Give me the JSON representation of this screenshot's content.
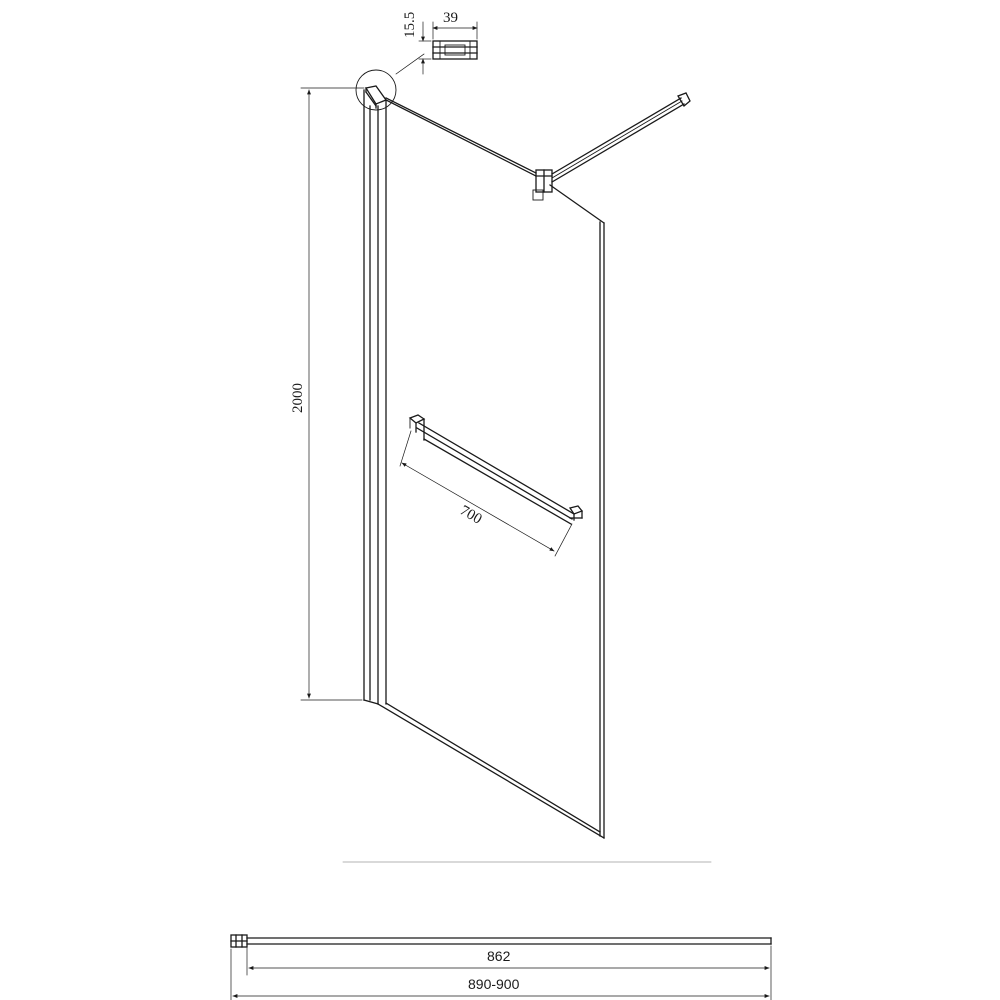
{
  "dimensions": {
    "height": "2000",
    "towel_bar_length": "700",
    "bracket_height": "15.5",
    "bracket_width": "39",
    "glass_width": "862",
    "total_width": "890-900"
  },
  "colors": {
    "line": "#1a1a1a",
    "divider": "#9a9a9a",
    "background": "#ffffff"
  }
}
